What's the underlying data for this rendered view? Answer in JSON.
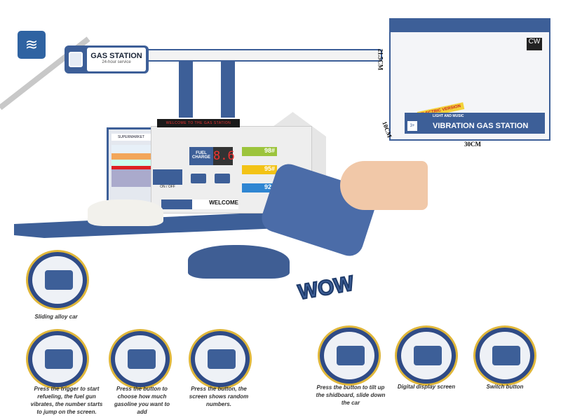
{
  "hero": {
    "vibration_icon": "vibrating-fuel-nozzle-icon",
    "sign_title": "GAS STATION",
    "sign_subtitle": "24-hour service",
    "led_text": "WELCOME TO THE GAS STATION",
    "supermarket": "SUPERMARKET",
    "fuel_charge": "FUEL CHARGE",
    "display": "8.6",
    "on_off": "ON / OFF",
    "prices": [
      {
        "label": "98#",
        "color": "#9cc43c"
      },
      {
        "label": "95#",
        "color": "#f3c316"
      },
      {
        "label": "92#",
        "color": "#2f86d2"
      }
    ],
    "welcome": "WELCOME",
    "wow": "WOW"
  },
  "features": [
    {
      "caption": "Sliding alloy car"
    },
    {
      "caption": "Press the trigger to start refueling, the fuel gun vibrates, the number starts to jump on the screen."
    },
    {
      "caption": "Press the button to choose how much gasoline you want to add"
    },
    {
      "caption": "Press the button, the screen shows random numbers."
    },
    {
      "caption": "Press the button to tilt up the shidboard, slide down the car"
    },
    {
      "caption": "Digital display screen"
    },
    {
      "caption": "Switch button"
    }
  ],
  "package": {
    "title": "VIBRATION GAS STATION",
    "subtitle": "LIGHT AND MUSIC",
    "badge": "ELECTRIC VERSION",
    "height": "21.5CM",
    "depth": "10CM",
    "width": "30CM",
    "age": "3+"
  },
  "colors": {
    "brand_blue": "#3d5f98",
    "ring_gold": "#e0b73a"
  }
}
